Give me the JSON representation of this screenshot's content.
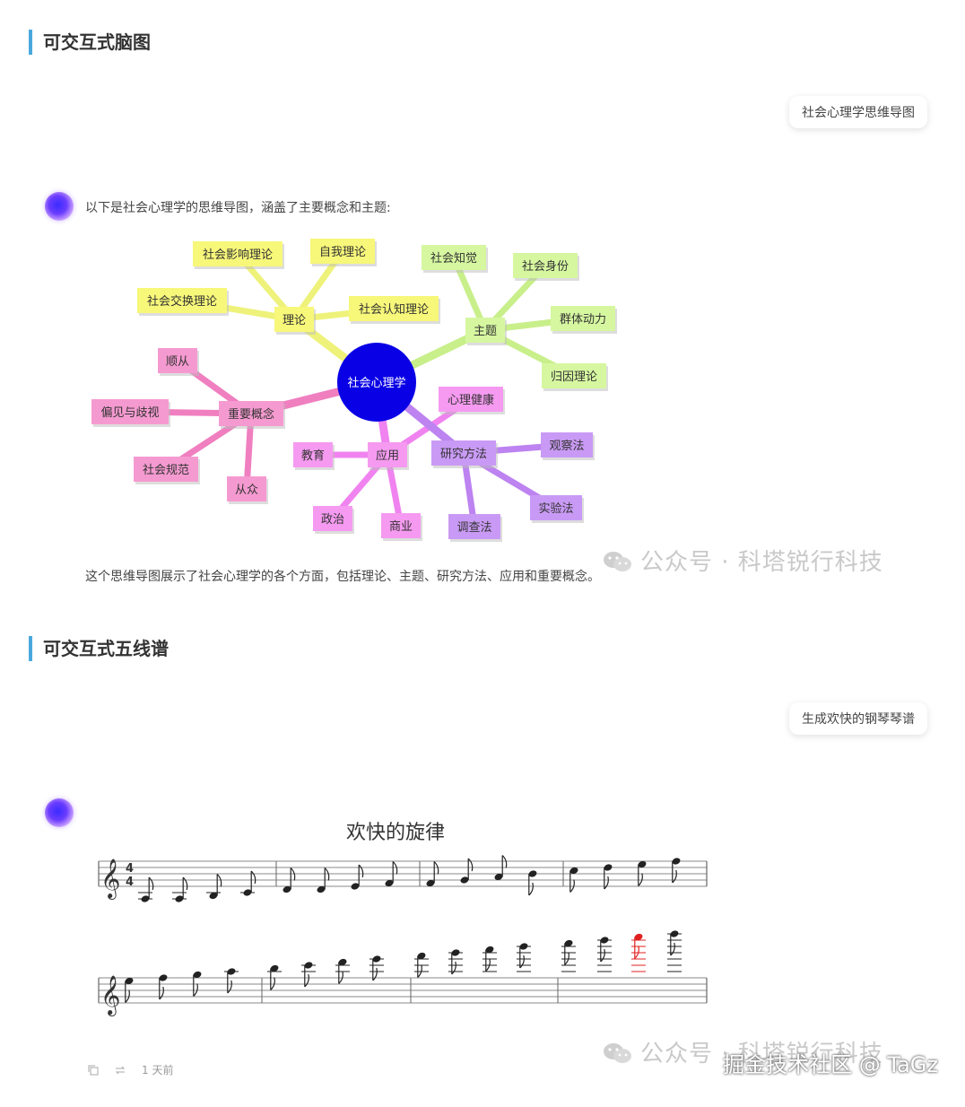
{
  "section1": {
    "title": "可交互式脑图"
  },
  "prompt1": {
    "text": "社会心理学思维导图"
  },
  "reply1": {
    "intro": "以下是社会心理学的思维导图，涵盖了主要概念和主题:",
    "summary": "这个思维导图展示了社会心理学的各个方面，包括理论、主题、研究方法、应用和重要概念。"
  },
  "mindmap": {
    "center": "社会心理学",
    "branches": [
      {
        "label": "理论",
        "color": "#f7f77a",
        "line": "#eef27a",
        "children": [
          "社会影响理论",
          "自我理论",
          "社会交换理论",
          "社会认知理论"
        ]
      },
      {
        "label": "主题",
        "color": "#d6f7a0",
        "line": "#c8ef8a",
        "children": [
          "社会知觉",
          "社会身份",
          "群体动力",
          "归因理论"
        ]
      },
      {
        "label": "重要概念",
        "color": "#f59ad0",
        "line": "#f07fc0",
        "children": [
          "顺从",
          "偏见与歧视",
          "社会规范",
          "从众"
        ]
      },
      {
        "label": "应用",
        "color": "#f59af0",
        "line": "#f083f0",
        "children": [
          "教育",
          "心理健康",
          "政治",
          "商业"
        ]
      },
      {
        "label": "研究方法",
        "color": "#c99af5",
        "line": "#bd83f0",
        "children": [
          "观察法",
          "实验法",
          "调查法"
        ]
      }
    ]
  },
  "watermark": {
    "text": "公众号 · 科塔锐行科技"
  },
  "section2": {
    "title": "可交互式五线谱"
  },
  "prompt2": {
    "text": "生成欢快的钢琴琴谱"
  },
  "score": {
    "title": "欢快的旋律",
    "time_signature": "4/4"
  },
  "footer": {
    "time": "1 天前"
  },
  "corner_watermark": {
    "text": "掘金技术社区 @ TaGz"
  }
}
